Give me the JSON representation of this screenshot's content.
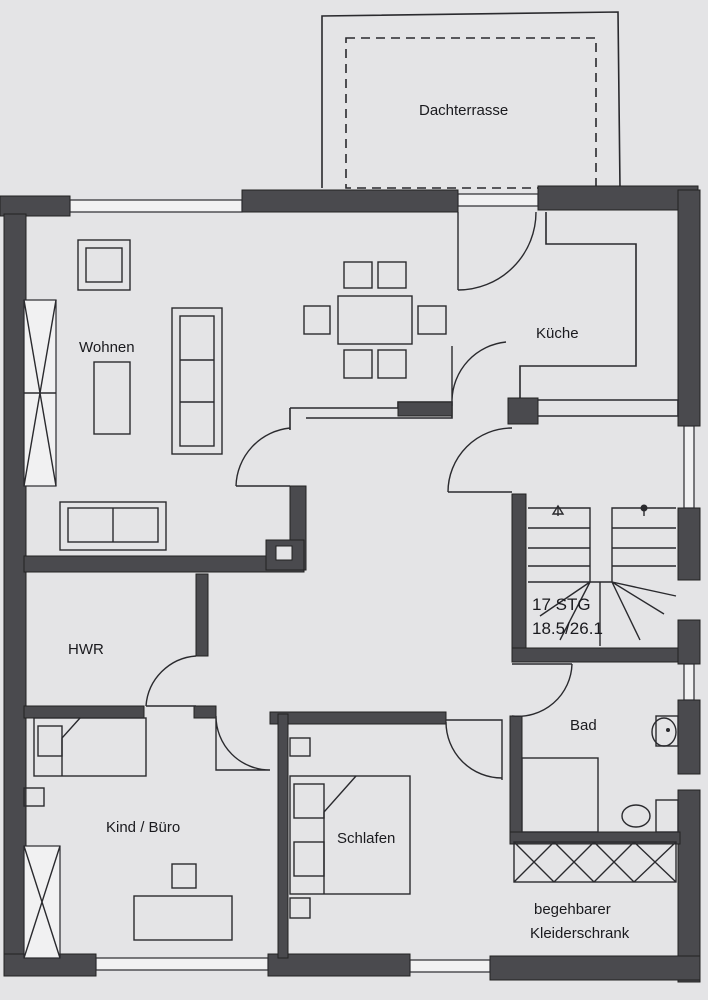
{
  "rooms": {
    "dachterrasse": "Dachterrasse",
    "wohnen": "Wohnen",
    "kueche": "Küche",
    "hwr": "HWR",
    "bad": "Bad",
    "kind_buero": "Kind / Büro",
    "schlafen": "Schlafen",
    "kleiderschrank_line1": "begehbarer",
    "kleiderschrank_line2": "Kleiderschrank"
  },
  "stairs": {
    "steps": "17 STG",
    "dimensions": "18.5/26.1"
  },
  "colors": {
    "paper": "#e4e4e6",
    "wall": "#4a4a4e",
    "line": "#2a2a2e"
  }
}
